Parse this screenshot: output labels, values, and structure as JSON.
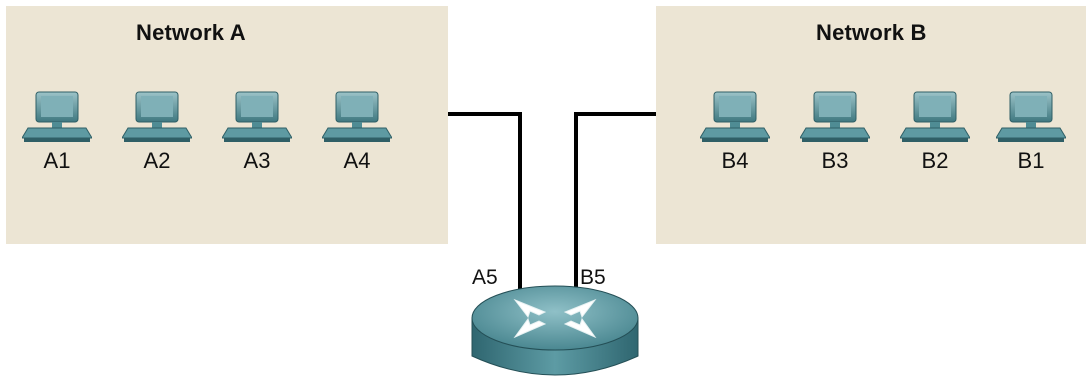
{
  "network_a": {
    "title": "Network A",
    "hosts": [
      {
        "label": "A1",
        "icon": "pc-icon"
      },
      {
        "label": "A2",
        "icon": "pc-icon"
      },
      {
        "label": "A3",
        "icon": "pc-icon"
      },
      {
        "label": "A4",
        "icon": "pc-icon"
      }
    ]
  },
  "network_b": {
    "title": "Network B",
    "hosts": [
      {
        "label": "B4",
        "icon": "pc-icon"
      },
      {
        "label": "B3",
        "icon": "pc-icon"
      },
      {
        "label": "B2",
        "icon": "pc-icon"
      },
      {
        "label": "B1",
        "icon": "pc-icon"
      }
    ]
  },
  "router": {
    "icon": "router-icon",
    "ports": [
      "A5",
      "B5"
    ]
  },
  "colors": {
    "network_bg": "#ece5d4",
    "pc_teal": "#4f8c94",
    "router_teal": "#3d7e88",
    "cable": "#000000"
  }
}
